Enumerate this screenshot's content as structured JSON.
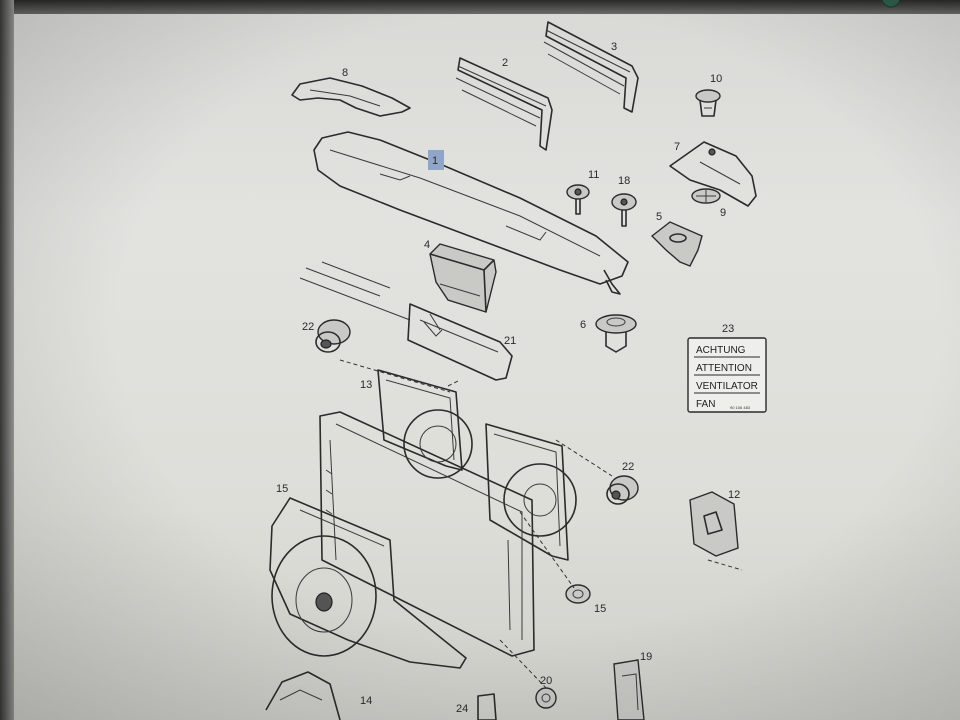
{
  "callouts": {
    "c1": "1",
    "c2": "2",
    "c3": "3",
    "c4": "4",
    "c5": "5",
    "c6": "6",
    "c7": "7",
    "c8": "8",
    "c9": "9",
    "c10": "10",
    "c11": "11",
    "c12": "12",
    "c13": "13",
    "c14": "14",
    "c15": "15",
    "c15b": "15",
    "c18": "18",
    "c19": "19",
    "c20": "20",
    "c21": "21",
    "c22": "22",
    "c22b": "22",
    "c23": "23",
    "c24": "24"
  },
  "warning_label": {
    "line1": "ACHTUNG",
    "line2": "ATTENTION",
    "line3": "VENTILATOR",
    "line4": "FAN",
    "code": "90 106 483"
  },
  "colors": {
    "screen": "#dcdcd8",
    "ink": "#2b2b2b",
    "highlight": "#8fa6c8"
  }
}
